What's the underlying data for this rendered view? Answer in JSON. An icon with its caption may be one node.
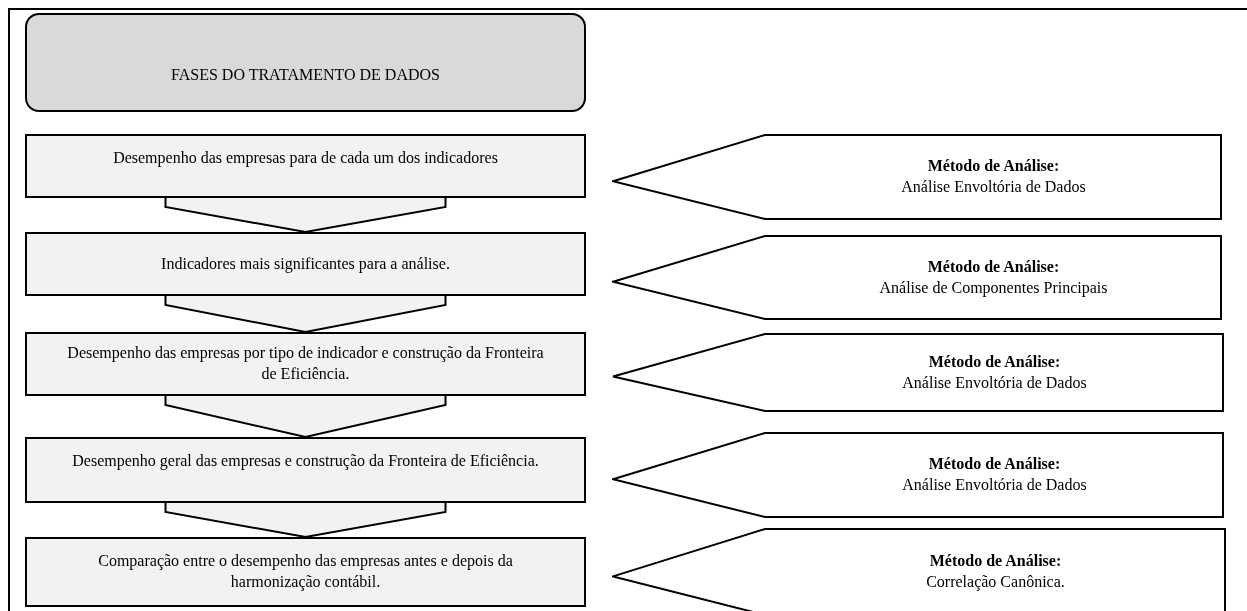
{
  "diagram": {
    "nodes": [
      {
        "text": [
          "FASES DO TRATAMENTO DE DADOS"
        ]
      },
      {
        "text": [
          "Desempenho das empresas para de cada um dos indicadores"
        ]
      },
      {
        "text": [
          "Indicadores mais significantes para a análise."
        ]
      },
      {
        "text": [
          "Desempenho das empresas por tipo de indicador e construção da Fronteira de Eficiência."
        ]
      },
      {
        "text": [
          "Desempenho geral das empresas e construção da Fronteira de Eficiência."
        ]
      },
      {
        "text": [
          "Comparação entre o desempenho das empresas antes e depois da harmonização contábil."
        ]
      },
      {
        "text": [
          "Método de Análise:",
          "Análise Envoltória de Dados"
        ]
      },
      {
        "text": [
          "Método de Análise:",
          "Análise de Componentes Principais"
        ]
      },
      {
        "text": [
          "Método de Análise:",
          "Análise Envoltória de Dados"
        ]
      },
      {
        "text": [
          "Método de Análise:",
          "Análise Envoltória de Dados"
        ]
      },
      {
        "text": [
          "Método de Análise:",
          "Correlação Canônica."
        ]
      }
    ],
    "edges": [
      {
        "from": 1,
        "to": 2,
        "arrow": "to"
      },
      {
        "from": 2,
        "to": 3,
        "arrow": "to"
      },
      {
        "from": 3,
        "to": 4,
        "arrow": "to"
      },
      {
        "from": 4,
        "to": 5,
        "arrow": "to"
      }
    ]
  }
}
